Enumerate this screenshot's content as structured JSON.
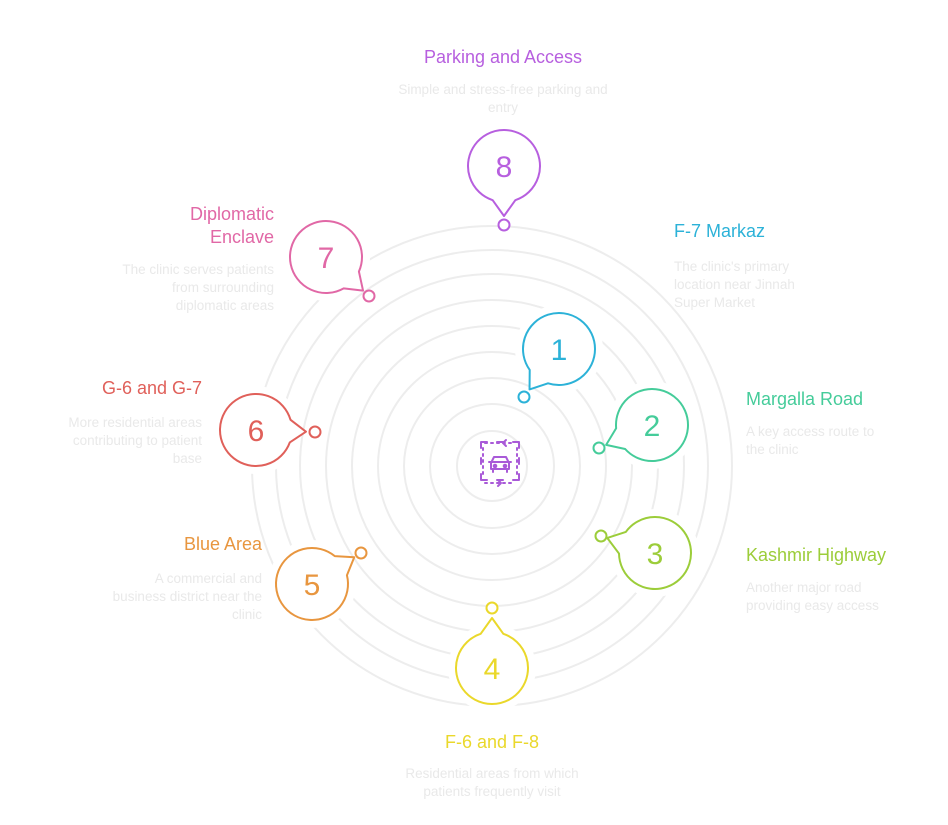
{
  "center": {
    "icon": "car-icon",
    "color": "#a95ad8"
  },
  "items": [
    {
      "number": "1",
      "title": "F-7 Markaz",
      "description": "The clinic's primary location near Jinnah Super Market",
      "color": "#2cb2d8"
    },
    {
      "number": "2",
      "title": "Margalla Road",
      "description": "A key access route to the clinic",
      "color": "#45cc9a"
    },
    {
      "number": "3",
      "title": "Kashmir Highway",
      "description": "Another major road providing easy access",
      "color": "#9ccd3a"
    },
    {
      "number": "4",
      "title": "F-6 and F-8",
      "description": "Residential areas from which patients frequently visit",
      "color": "#ead82b"
    },
    {
      "number": "5",
      "title": "Blue Area",
      "description": "A commercial and business district near the clinic",
      "color": "#e8963f"
    },
    {
      "number": "6",
      "title": "G-6 and G-7",
      "description": "More residential areas contributing to patient base",
      "color": "#e0605a"
    },
    {
      "number": "7",
      "title": "Diplomatic Enclave",
      "description": "The clinic serves patients from surrounding diplomatic areas",
      "color": "#e168a6"
    },
    {
      "number": "8",
      "title": "Parking and Access",
      "description": "Simple and stress-free parking and entry",
      "color": "#b75fdf"
    }
  ]
}
